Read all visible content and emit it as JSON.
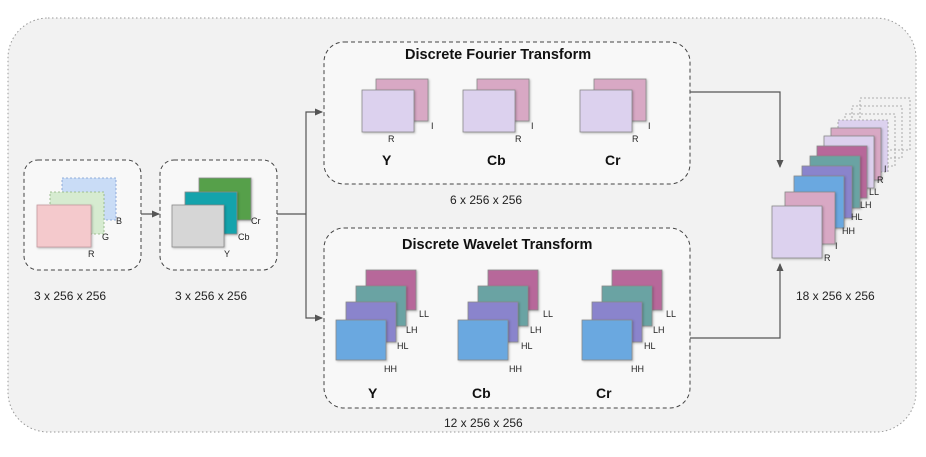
{
  "colors": {
    "rgb_r": "#f4c9cc",
    "rgb_g": "#d6ebd0",
    "rgb_b": "#c9dcf6",
    "ycbcr_y": "#d6d6d6",
    "ycbcr_cb": "#14a3ac",
    "ycbcr_cr": "#56a04a",
    "dft_real": "#dcd1ee",
    "dft_imag": "#d8a8c4",
    "dwt_hh": "#6aa8e0",
    "dwt_hl": "#8a84cc",
    "dwt_lh": "#6aa3a3",
    "dwt_ll": "#b7689a"
  },
  "input_rgb": {
    "label_r": "R",
    "label_g": "G",
    "label_b": "B",
    "shape": "3 x 256 x 256"
  },
  "ycbcr": {
    "label_y": "Y",
    "label_cb": "Cb",
    "label_cr": "Cr",
    "shape": "3 x 256 x 256"
  },
  "dft": {
    "title": "Discrete Fourier Transform",
    "part_real": "R",
    "part_imag": "I",
    "channels": [
      "Y",
      "Cb",
      "Cr"
    ],
    "shape": "6 x 256 x 256"
  },
  "dwt": {
    "title": "Discrete Wavelet Transform",
    "bands": [
      "HH",
      "HL",
      "LH",
      "LL"
    ],
    "channels": [
      "Y",
      "Cb",
      "Cr"
    ],
    "shape": "12 x 256 x 256"
  },
  "output": {
    "labels": [
      "R",
      "I",
      "HH",
      "HL",
      "LH",
      "LL",
      "R",
      "I"
    ],
    "shape": "18 x 256 x 256"
  }
}
